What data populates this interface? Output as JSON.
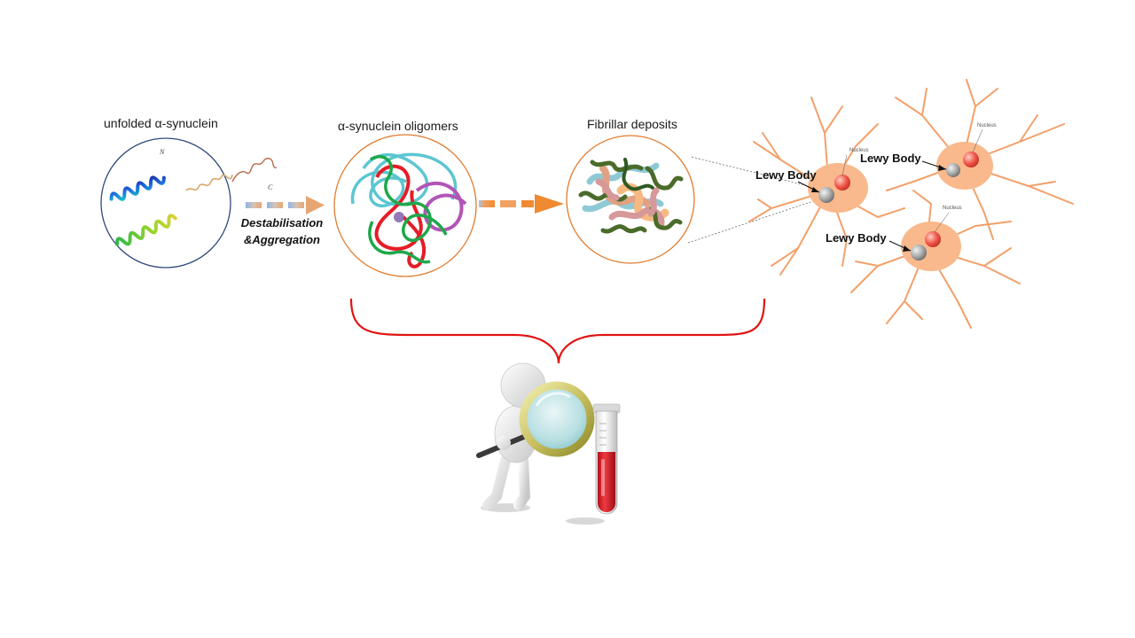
{
  "stages": [
    {
      "label": "unfolded α-synuclein"
    },
    {
      "label": "α-synuclein oligomers"
    },
    {
      "label": "Fibrillar deposits"
    }
  ],
  "arrow_caption": {
    "line1": "Destabilisation",
    "line2": "&Aggregation"
  },
  "neurons": {
    "lewy_labels": [
      "Lewy Body",
      "Lewy Body",
      "Lewy Body"
    ],
    "nucleus_labels": [
      "Nucleus",
      "Nucleus",
      "Nucleus"
    ]
  },
  "protein_termini": {
    "n": "N",
    "c": "C"
  },
  "colors": {
    "neuron_fill": "#f9b98c",
    "neuron_stroke": "#f3a06a",
    "circle_1_border": "#2f4a7a",
    "circle_border": "#e07b2e",
    "brace": "#e11414",
    "arrow_orange": "#f08a30",
    "blood": "#d9242c"
  },
  "icons": [
    "magnifying-glass-figure-icon",
    "blood-test-tube-icon"
  ]
}
